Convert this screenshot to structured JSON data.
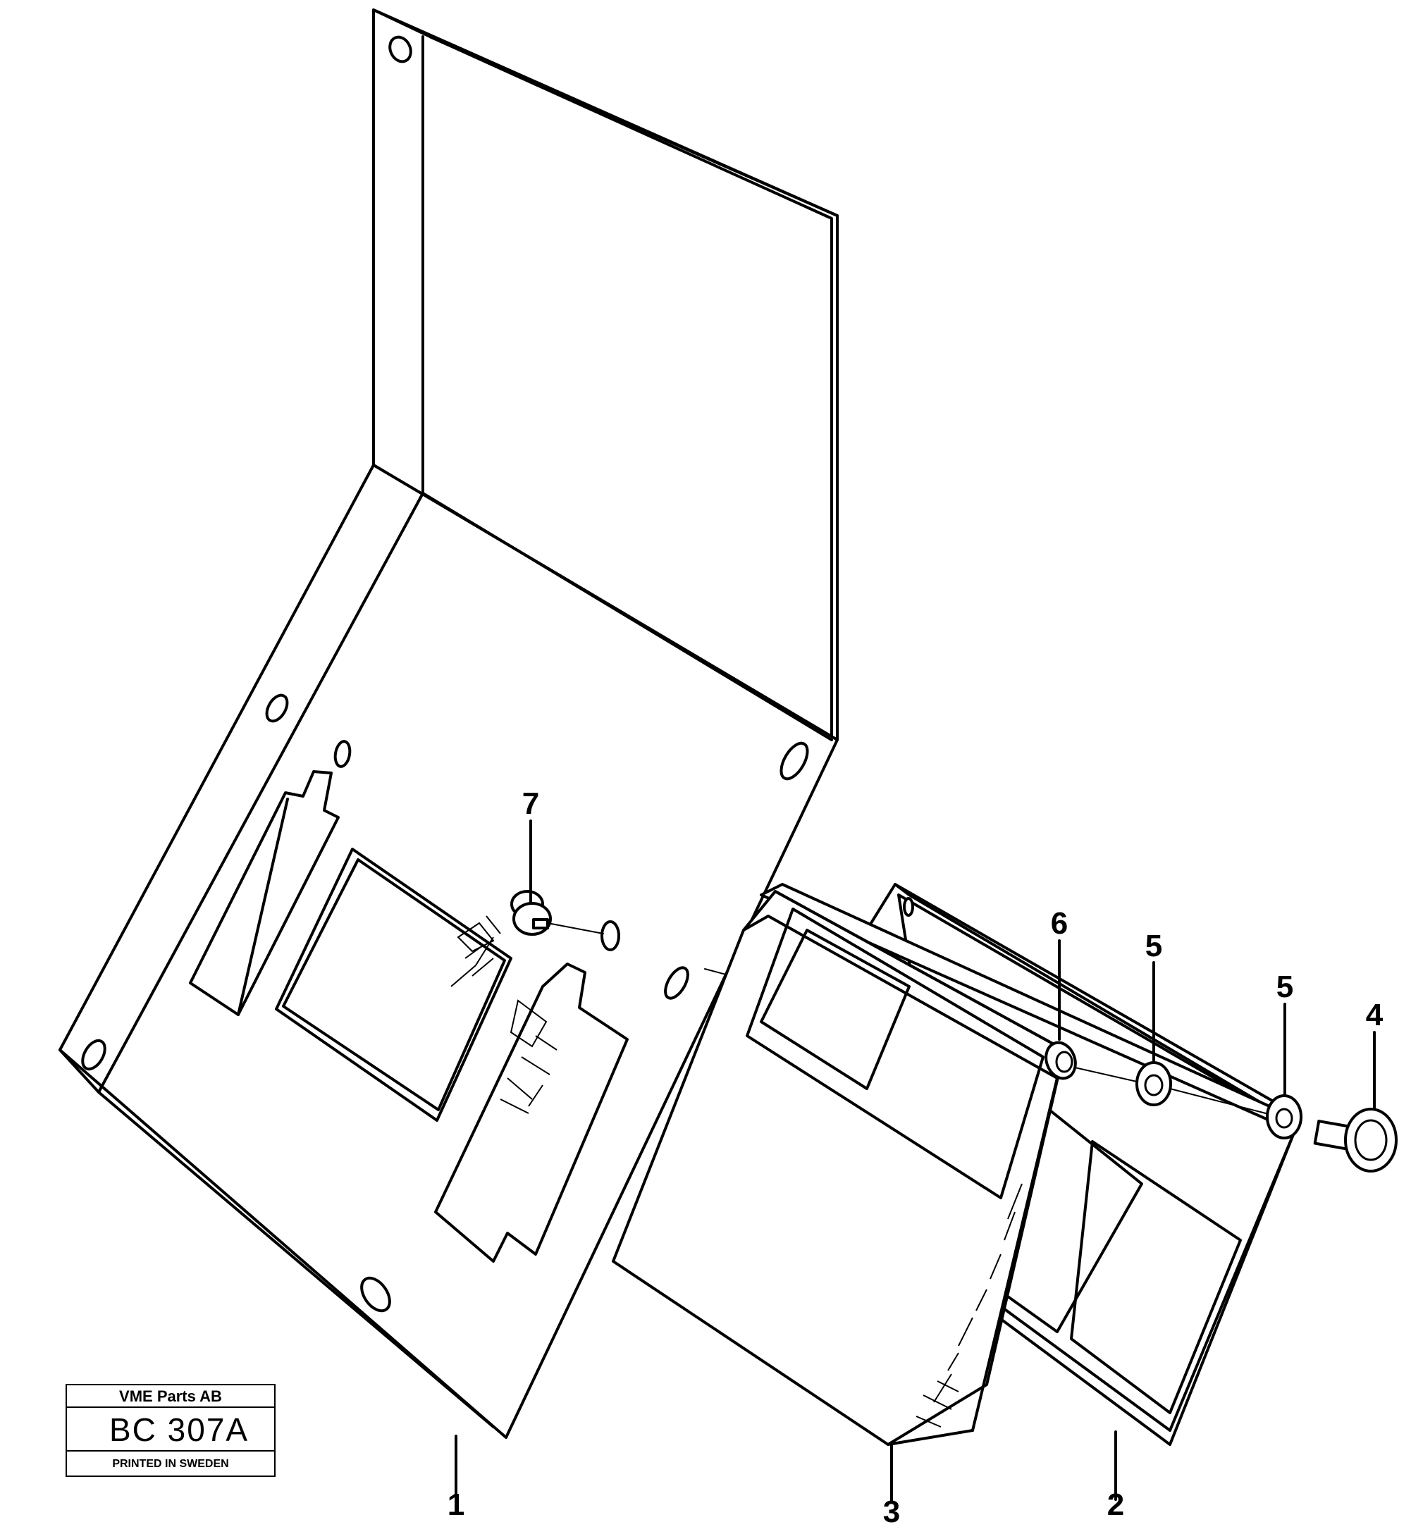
{
  "diagram": {
    "callouts": [
      {
        "id": "1",
        "label": "1"
      },
      {
        "id": "2",
        "label": "2"
      },
      {
        "id": "3",
        "label": "3"
      },
      {
        "id": "4",
        "label": "4"
      },
      {
        "id": "5a",
        "label": "5"
      },
      {
        "id": "5b",
        "label": "5"
      },
      {
        "id": "6",
        "label": "6"
      },
      {
        "id": "7",
        "label": "7"
      }
    ]
  },
  "title_block": {
    "company": "VME Parts AB",
    "code": "BC 307A",
    "printed": "PRINTED IN SWEDEN"
  }
}
